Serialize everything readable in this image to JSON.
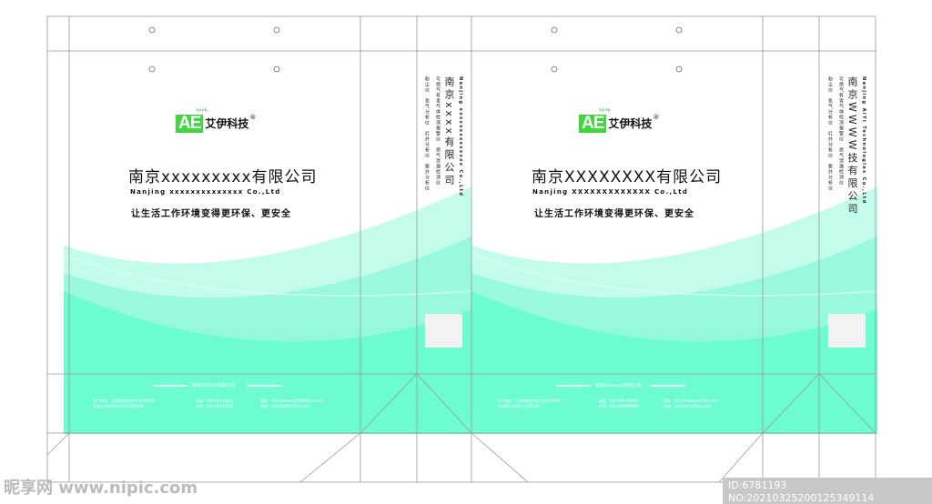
{
  "front_left": {
    "logo_letters": "AE",
    "logo_tag": "ayi.eq.",
    "logo_name": "艾伊科技",
    "logo_mark": "®",
    "company_cn": "南京xxxxxxxxx有限公司",
    "company_en": "Nanjing xxxxxxxxxxxxxx Co.,Ltd",
    "slogan": "让生活工作环境变得更环保、更安全",
    "footer_company": "南京XXXXX有限公司",
    "address_1": "生产地址：江苏省南京市X宁区XXXXX",
    "address_2": "东路13XXXXXXXXXXX园13栋",
    "phone": "电话：400-044-4444",
    "fax": "传真：025-84444444",
    "web": "网址：http://www.aWQEWQcu.com",
    "email": "邮箱：salesfaWQEAQu.com"
  },
  "side_left": {
    "company_cn": "南京xxxx有限公司",
    "company_en": "Nanjing xxxxxxxxxxxxxx Co.,Ltd",
    "products_1": "可燃气有毒气体检测报警仪　燃气泄漏检测仪",
    "products_2": "粉尘仪　氧气分析仪　红外分析仪　紫外分析仪"
  },
  "front_right": {
    "logo_letters": "AE",
    "logo_tag": "ayi.eq.",
    "logo_name": "艾伊科技",
    "logo_mark": "®",
    "company_cn": "南京XXXXXXXX有限公司",
    "company_en": "Nanjing XXXXXXXXXXXXX Co.,Ltd",
    "slogan": "让生活工作环境变得更环保、更安全",
    "footer_company": "南京xxxxxxx有限公司",
    "address_1": "生产地址：江苏省南京市江宁区XXXXX",
    "address_2": "东XXXXXXXX工业园13栋",
    "phone": "电话：400-999-99999",
    "fax": "传真：025-899999999",
    "web": "网址：http://www.auXXXu.com",
    "email": "邮箱：salesfaXXXXqu.com"
  },
  "side_right": {
    "company_cn": "南京WWWW技有限公司",
    "company_en": "Nanjing AiYi Technologies Co.,Ltd",
    "products_1": "可燃气有毒气体检测报警仪　燃气泄漏检测仪",
    "products_2": "粉尘仪　氧气分析仪　红外分析仪　紫外分析仪"
  },
  "watermark": "昵享网 www.nipic.com",
  "image_id": "ID:6781193 NO:20210325200125349114",
  "colors": {
    "teal": "#66ffd0",
    "logo_green": "#3fd63f",
    "dieline": "#999999"
  }
}
